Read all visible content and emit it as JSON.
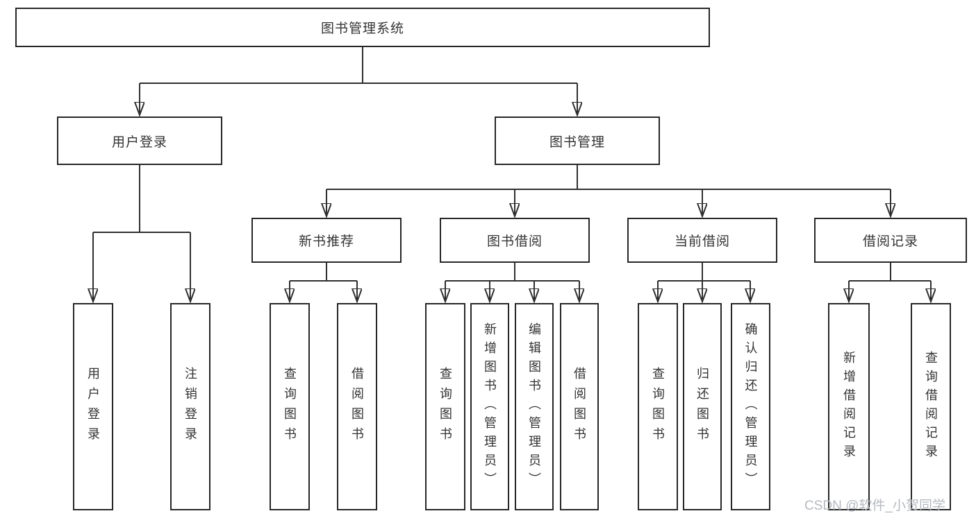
{
  "diagram": {
    "title": "图书管理系统",
    "type": "hierarchy-chart",
    "root": {
      "label": "图书管理系统",
      "children": [
        {
          "label": "用户登录",
          "children": [
            {
              "label": "用户登录"
            },
            {
              "label": "注销登录"
            }
          ]
        },
        {
          "label": "图书管理",
          "children": [
            {
              "label": "新书推荐",
              "children": [
                {
                  "label": "查询图书"
                },
                {
                  "label": "借阅图书"
                }
              ]
            },
            {
              "label": "图书借阅",
              "children": [
                {
                  "label": "查询图书"
                },
                {
                  "label": "新增图书（管理员）"
                },
                {
                  "label": "编辑图书（管理员）"
                },
                {
                  "label": "借阅图书"
                }
              ]
            },
            {
              "label": "当前借阅",
              "children": [
                {
                  "label": "查询图书"
                },
                {
                  "label": "归还图书"
                },
                {
                  "label": "确认归还（管理员）"
                }
              ]
            },
            {
              "label": "借阅记录",
              "children": [
                {
                  "label": "新增借阅记录"
                },
                {
                  "label": "查询借阅记录"
                }
              ]
            }
          ]
        }
      ]
    }
  },
  "watermark": {
    "text": "CSDN @软件_小贺同学"
  },
  "colors": {
    "line": "#2f2f2f",
    "box_border": "#262626",
    "text": "#333333",
    "watermark": "#b5b9bf",
    "background": "#ffffff"
  }
}
